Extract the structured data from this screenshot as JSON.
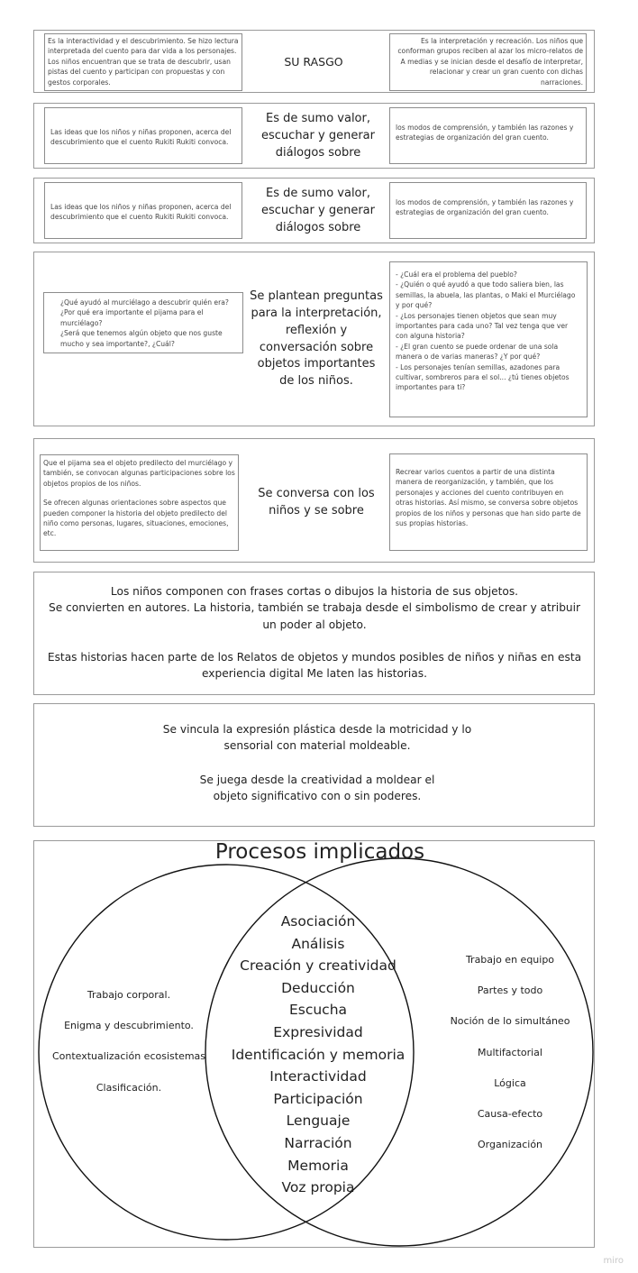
{
  "row1": {
    "left": "Es la interactividad y el descubrimiento. Se hizo lectura interpretada del cuento para dar vida a los personajes. Los niños encuentran que se trata de descubrir, usan pistas del cuento y participan con propuestas y con gestos corporales.",
    "center": "SU RASGO",
    "right": "Es la interpretación y recreación. Los niños que conforman grupos reciben al azar los micro-relatos de A medias y se inician desde el desafío de interpretar, relacionar y crear un gran cuento con dichas narraciones."
  },
  "row2": {
    "left": "Las ideas que los niños y niñas proponen, acerca del descubrimiento que el cuento Rukiti Rukiti convoca.",
    "center": "Es de sumo valor, escuchar y generar diálogos sobre",
    "right": "los modos de comprensión, y también las razones y estrategias de organización del gran cuento."
  },
  "row3": {
    "left": "Las ideas que los niños y niñas proponen, acerca del descubrimiento que el cuento Rukiti Rukiti convoca.",
    "center": "Es de sumo valor, escuchar y generar diálogos sobre",
    "right": "los modos de comprensión, y también las razones y estrategias de organización del gran cuento."
  },
  "row4": {
    "left": [
      "¿Qué ayudó al murciélago a descubrir quién era?",
      "¿Por qué era importante el pijama para el murciélago?",
      "¿Será que tenemos algún objeto que nos guste mucho y sea importante?, ¿Cuál?"
    ],
    "center": "Se plantean preguntas para la interpretación, reflexión y conversación sobre objetos importantes de los niños.",
    "right": [
      "- ¿Cuál era el problema del pueblo?",
      "- ¿Quién o qué ayudó a que todo saliera bien, las semillas, la abuela, las plantas, o Maki el Murciélago y por qué?",
      "- ¿Los personajes tienen objetos que sean muy importantes para cada uno? Tal vez tenga que ver con alguna historia?",
      "- ¿El gran cuento se puede ordenar de una sola manera o de varias maneras? ¿Y por qué?",
      "- Los personajes tenían semillas, azadones para cultivar, sombreros para el sol... ¿tú tienes objetos importantes para ti?"
    ]
  },
  "row5": {
    "left": [
      "Que el pijama sea el objeto predilecto del murciélago y también, se convocan algunas participaciones sobre los objetos propios de los niños.",
      "Se ofrecen algunas orientaciones sobre aspectos que pueden componer la historia del objeto predilecto del niño como personas, lugares, situaciones, emociones, etc."
    ],
    "center": "Se conversa con los niños y se sobre",
    "right": "Recrear varios cuentos a partir de una distinta manera de reorganización, y también, que los personajes y acciones del cuento contribuyen en otras historias. Así mismo, se conversa sobre objetos propios de los niños y personas que han sido parte de sus propias historias."
  },
  "row6": {
    "p1": "Los niños componen con frases cortas o dibujos la historia de sus objetos.",
    "p2": "Se convierten en autores. La historia, también se trabaja desde el simbolismo de crear y atribuir un poder al objeto.",
    "p3": "Estas historias hacen parte de los Relatos de objetos y mundos posibles de niños y niñas en esta experiencia digital Me laten las historias."
  },
  "row7": {
    "p1": "Se vincula la expresión plástica desde la motricidad y lo sensorial con material moldeable.",
    "p2": "Se juega desde la creatividad a moldear el objeto significativo con o sin poderes."
  },
  "venn": {
    "title": "Procesos implicados",
    "left": [
      "Trabajo corporal.",
      "Enigma y descubrimiento.",
      "Contextualización ecosistemas",
      "Clasificación."
    ],
    "center": [
      "Asociación",
      "Análisis",
      "Creación y creatividad",
      "Deducción",
      "Escucha",
      "Expresividad",
      "Identificación y memoria",
      "Interactividad",
      "Participación",
      "Lenguaje",
      "Narración",
      "Memoria",
      "Voz propia"
    ],
    "right": [
      "Trabajo en equipo",
      "Partes y todo",
      "Noción de lo simultáneo",
      "Multifactorial",
      "Lógica",
      "Causa-efecto",
      "Organización"
    ]
  },
  "watermark": "miro"
}
